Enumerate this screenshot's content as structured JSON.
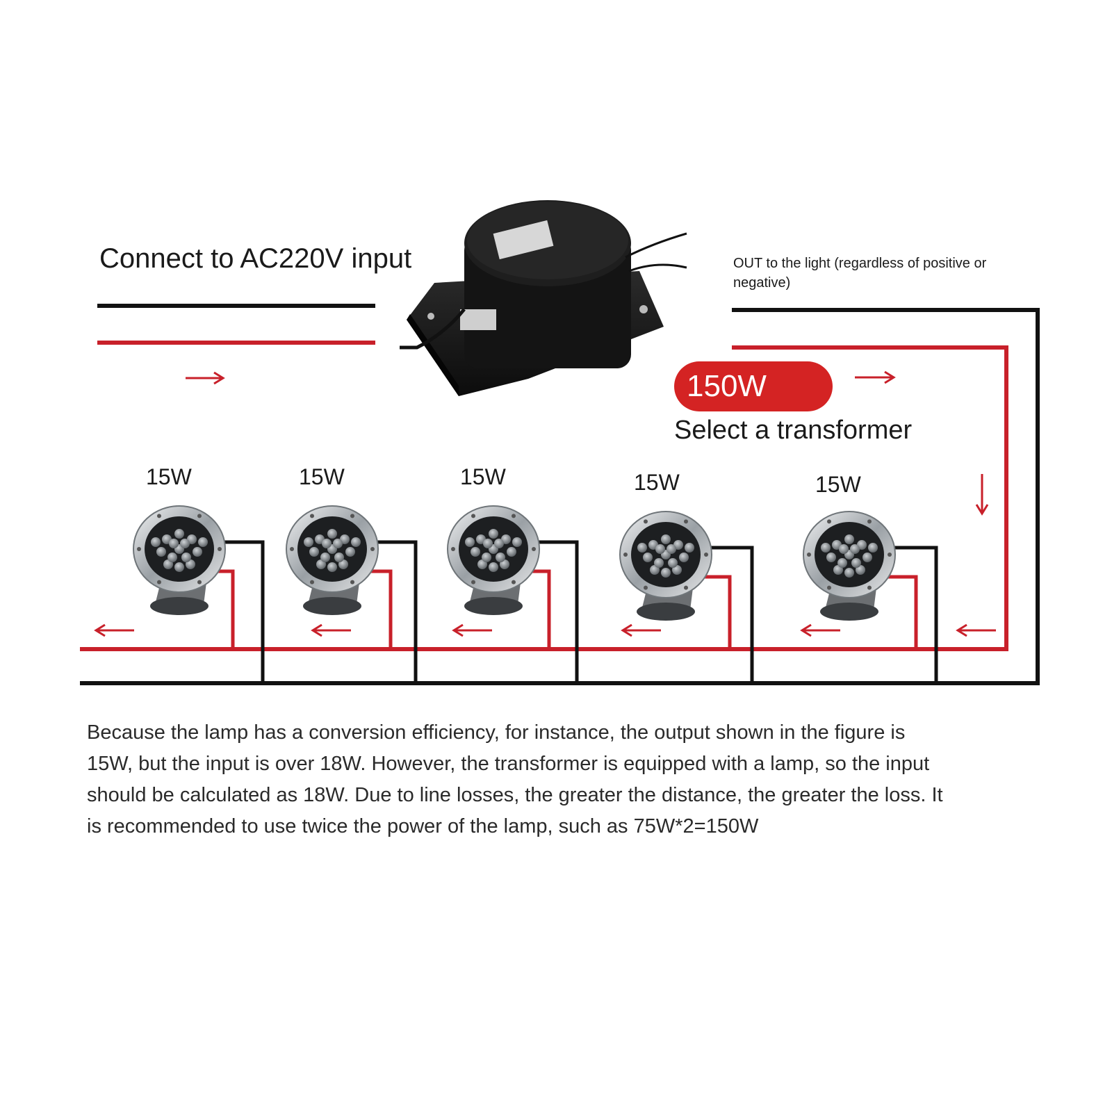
{
  "input": {
    "title": "Connect to AC220V input"
  },
  "output": {
    "note_line1": "OUT to the light (regardless of positive or",
    "note_line2": "negative)"
  },
  "transformer": {
    "wattage_badge": "150W",
    "select_label": "Select a transformer"
  },
  "lamps": [
    {
      "label": "15W"
    },
    {
      "label": "15W"
    },
    {
      "label": "15W"
    },
    {
      "label": "15W"
    },
    {
      "label": "15W"
    }
  ],
  "note": {
    "lines": [
      "Because the lamp has a conversion efficiency, for instance, the output shown in the figure is",
      "15W, but the input is over 18W. However, the transformer is equipped with a lamp, so the input",
      "should be calculated as 18W. Due to line losses, the greater the distance, the greater the loss. It",
      " is recommended to use twice the power of the lamp, such as 75W*2=150W"
    ]
  },
  "colors": {
    "wire_red": "#c8202a",
    "wire_black": "#111111",
    "badge": "#d42323"
  },
  "icons": [
    "transformer-icon",
    "underwater-spotlight-icon",
    "arrow-right-icon",
    "arrow-left-icon",
    "arrow-down-icon"
  ]
}
